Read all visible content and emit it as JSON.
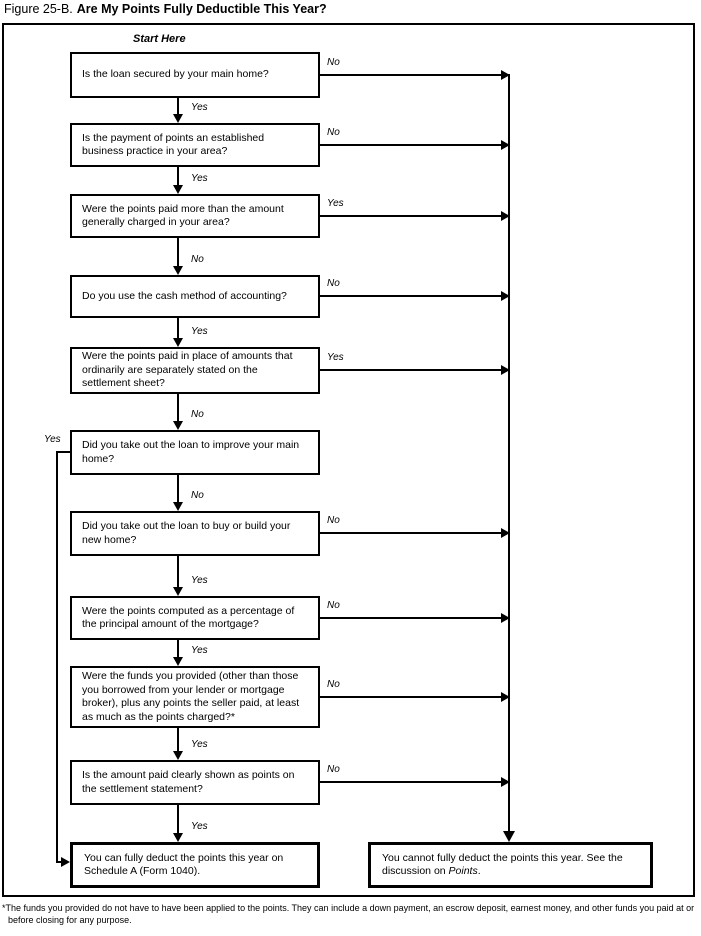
{
  "figure": {
    "title_prefix": "Figure 25-B.",
    "title_main": "Are My Points Fully Deductible This Year?",
    "start_label": "Start Here"
  },
  "nodes": [
    {
      "text": "Is the loan secured by your main home?",
      "exit_right": "No",
      "exit_down": "Yes"
    },
    {
      "text": "Is the payment of points an established business practice in your area?",
      "exit_right": "No",
      "exit_down": "Yes"
    },
    {
      "text": "Were the points paid more than the amount generally charged in your area?",
      "exit_right": "Yes",
      "exit_down": "No"
    },
    {
      "text": "Do you use the cash method of accounting?",
      "exit_right": "No",
      "exit_down": "Yes"
    },
    {
      "text": "Were the points paid in place of amounts that ordinarily are separately stated on the settlement sheet?",
      "exit_right": "Yes",
      "exit_down": "No"
    },
    {
      "text": "Did you take out the loan to improve your main home?",
      "exit_left": "Yes",
      "exit_down": "No"
    },
    {
      "text": "Did you take out the loan to buy or build your new home?",
      "exit_right": "No",
      "exit_down": "Yes"
    },
    {
      "text": "Were the points computed as a percentage of the principal amount of the mortgage?",
      "exit_right": "No",
      "exit_down": "Yes"
    },
    {
      "text": "Were the funds you provided (other than those you borrowed from your lender or mortgage broker), plus any points the seller paid, at least as much as the points charged?*",
      "exit_right": "No",
      "exit_down": "Yes"
    },
    {
      "text": "Is the amount paid clearly shown as points on the settlement statement?",
      "exit_right": "No",
      "exit_down": "Yes"
    }
  ],
  "results": {
    "positive": "You can fully deduct the points this year on Schedule A (Form 1040).",
    "negative_text": "You cannot fully deduct the points this year. See the discussion on ",
    "negative_term": "Points",
    "negative_suffix": "."
  },
  "footnote": "*The funds you provided do not have to have been applied to the points. They can include a down payment, an escrow deposit, earnest money, and other funds you paid at or before closing for any purpose.",
  "colors": {
    "ink": "#000000",
    "paper": "#ffffff"
  }
}
